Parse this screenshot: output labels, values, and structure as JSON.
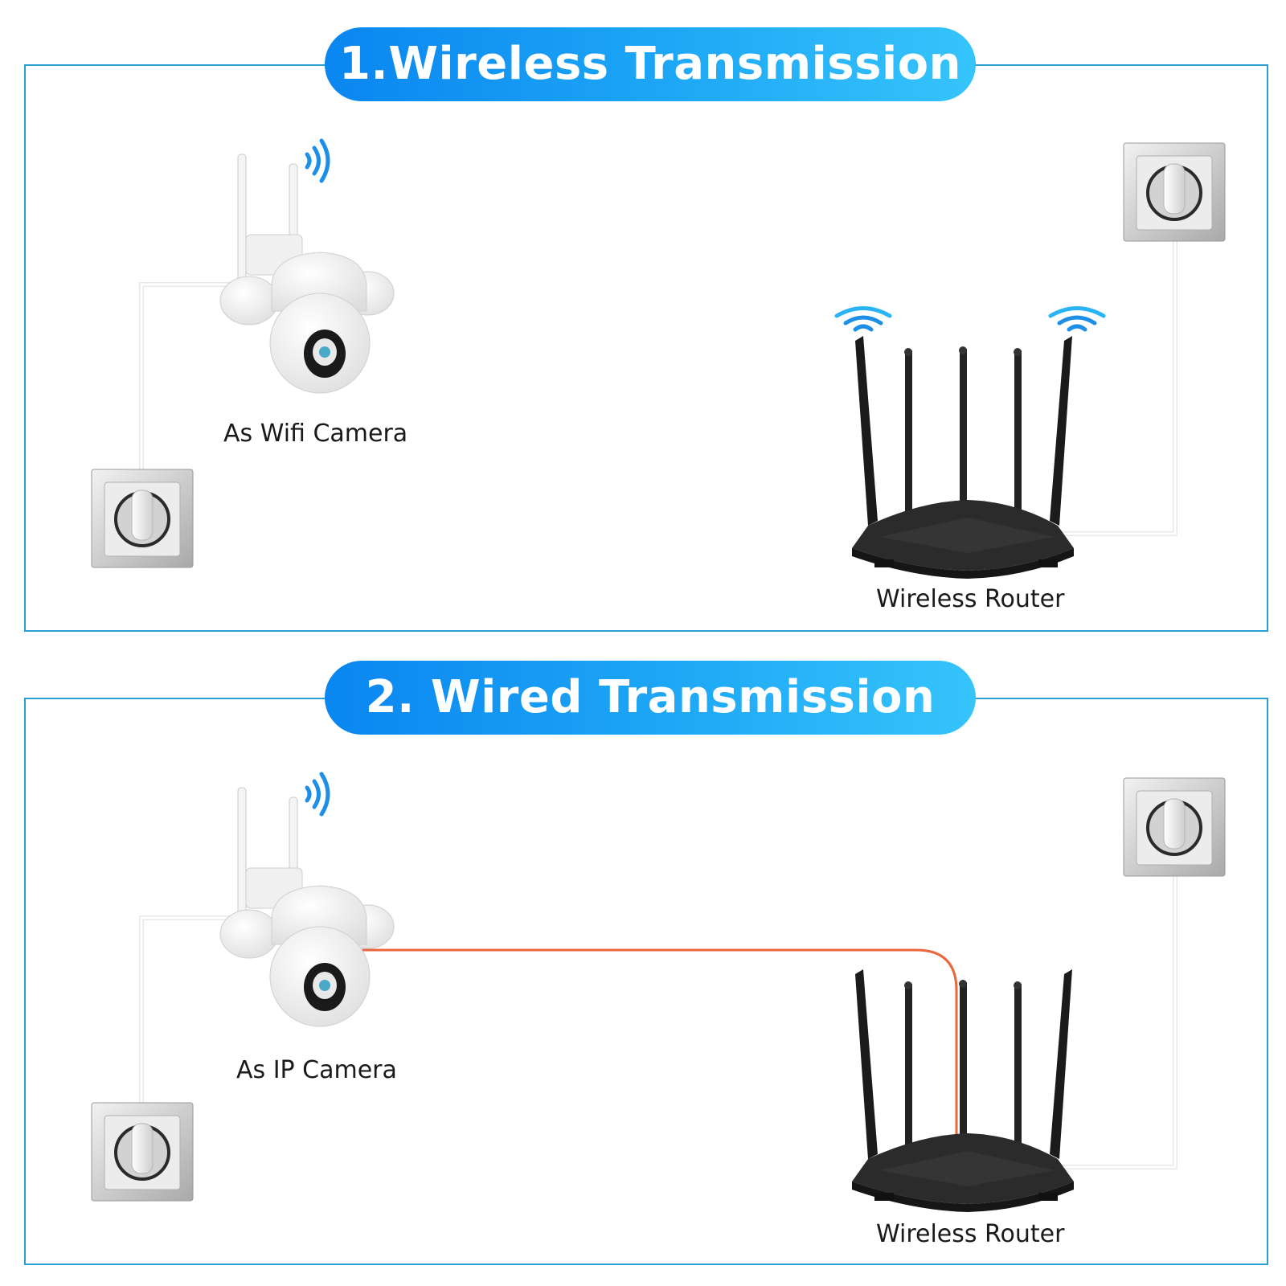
{
  "sections": [
    {
      "title": "1.Wireless Transmission",
      "camera_label": "As Wifi Camera",
      "router_label": "Wireless Router"
    },
    {
      "title": "2. Wired Transmission",
      "camera_label": "As IP Camera",
      "router_label": "Wireless Router"
    }
  ],
  "colors": {
    "accent": "#1ea8f6",
    "border": "#2a9fd6",
    "ethernet_cable": "#e8663a",
    "router": "#2b2b2b"
  }
}
